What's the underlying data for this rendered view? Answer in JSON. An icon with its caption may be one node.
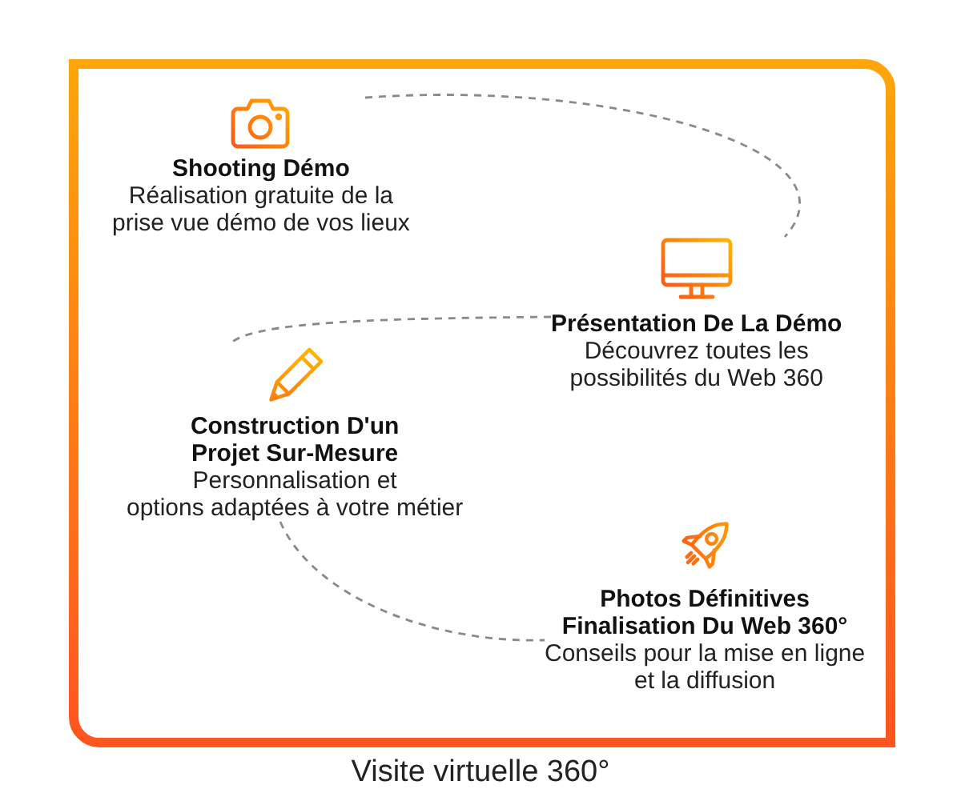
{
  "diagram": {
    "caption": "Visite virtuelle 360°",
    "nodes": [
      {
        "text": [],
        "shape": "box"
      },
      {
        "text": [
          "Shooting Démo",
          "Réalisation gratuite de la prise vue démo de vos lieux"
        ],
        "in": 0
      },
      {
        "text": [
          "Présentation De La Démo",
          "Découvrez toutes les possibilités du Web 360"
        ],
        "in": 0
      },
      {
        "text": [
          "Construction D'un Projet Sur-Mesure",
          "Personnalisation et options adaptées à votre métier"
        ],
        "in": 0
      },
      {
        "text": [
          "Photos Définitives Finalisation Du Web 360°",
          "Conseils pour la mise en ligne et la diffusion"
        ],
        "in": 0
      }
    ],
    "edges": [
      {
        "from": 1,
        "to": 2,
        "arrow": "none",
        "style": "dashed"
      },
      {
        "from": 2,
        "to": 3,
        "arrow": "none",
        "style": "dashed"
      },
      {
        "from": 3,
        "to": 4,
        "arrow": "none",
        "style": "dashed"
      }
    ]
  }
}
